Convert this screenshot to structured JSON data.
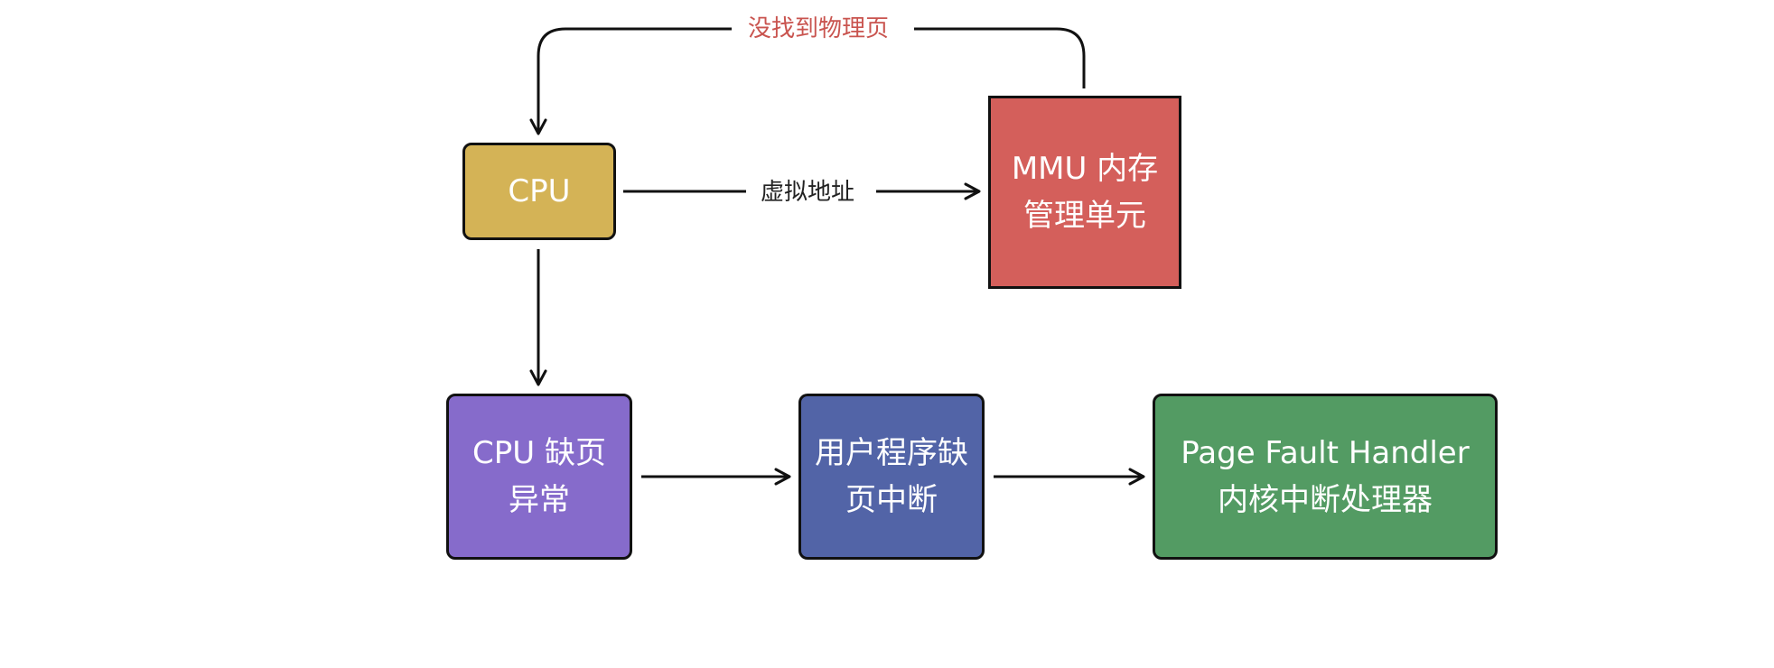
{
  "nodes": {
    "cpu": {
      "lines": [
        "CPU"
      ],
      "color": "#d4b356"
    },
    "mmu": {
      "lines": [
        "MMU 内存",
        "管理单元"
      ],
      "color": "#d45f5b"
    },
    "cpu_fault": {
      "lines": [
        "CPU 缺页",
        "异常"
      ],
      "color": "#866bcb"
    },
    "user_interrupt": {
      "lines": [
        "用户程序缺",
        "页中断"
      ],
      "color": "#5264a7"
    },
    "kernel_handler": {
      "lines": [
        "Page Fault Handler",
        "内核中断处理器"
      ],
      "color": "#539b63"
    }
  },
  "edges": {
    "virtual_address": {
      "label": "虚拟地址",
      "color": "#222222"
    },
    "page_not_found": {
      "label": "没找到物理页",
      "color": "#c9544f"
    }
  },
  "colors": {
    "stroke": "#111111",
    "arrow": "#111111"
  }
}
